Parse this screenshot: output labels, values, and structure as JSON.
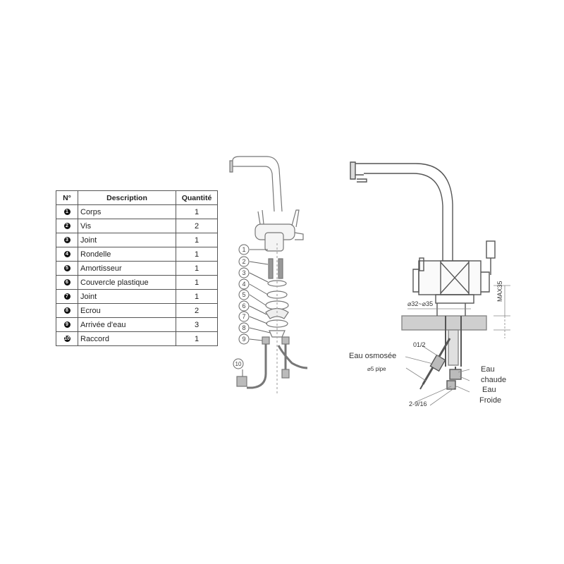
{
  "table": {
    "headers": [
      "N°",
      "Description",
      "Quantité"
    ],
    "rows": [
      {
        "num": "1",
        "description": "Corps",
        "qty": "1"
      },
      {
        "num": "2",
        "description": "Vis",
        "qty": "2"
      },
      {
        "num": "3",
        "description": "Joint",
        "qty": "1"
      },
      {
        "num": "4",
        "description": "Rondelle",
        "qty": "1"
      },
      {
        "num": "5",
        "description": "Amortisseur",
        "qty": "1"
      },
      {
        "num": "6",
        "description": "Couvercle plastique",
        "qty": "1"
      },
      {
        "num": "7",
        "description": "Joint",
        "qty": "1"
      },
      {
        "num": "8",
        "description": "Ecrou",
        "qty": "2"
      },
      {
        "num": "9",
        "description": "Arrivée d'eau",
        "qty": "3"
      },
      {
        "num": "10",
        "description": "Raccord",
        "qty": "1"
      }
    ]
  },
  "exploded_callouts": [
    "1",
    "2",
    "3",
    "4",
    "5",
    "6",
    "7",
    "8",
    "9",
    "10"
  ],
  "dimensions": {
    "diameter": "⌀32~⌀35",
    "max_thickness": "MAX35",
    "thread_osmosis": "01/2",
    "pipe": "⌀5 pipe",
    "thread_hot_cold": "2-9/16"
  },
  "labels": {
    "osmosis_water": "Eau osmosée",
    "hot_water_1": "Eau",
    "hot_water_2": "chaude",
    "cold_water_1": "Eau",
    "cold_water_2": "Froide"
  }
}
